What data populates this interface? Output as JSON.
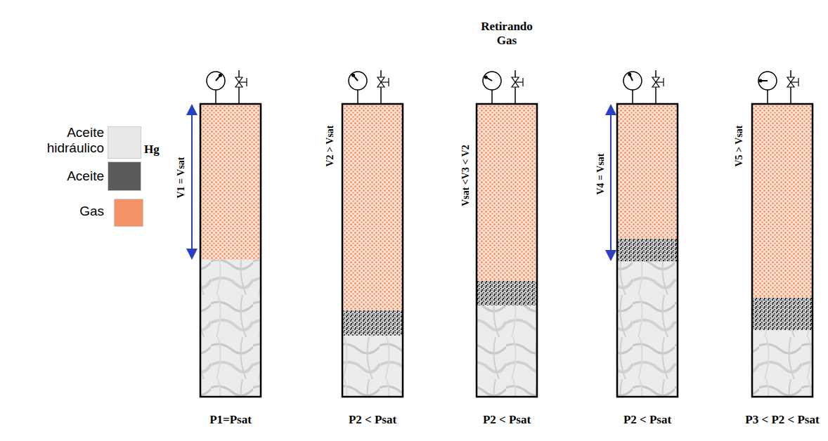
{
  "diagram": {
    "title": "Retirando Gas",
    "labels": [
      "Hg",
      "V1 = Vsat",
      "V2 > Vsat",
      "Vsat <V3 < V2",
      "V4 = Vsat",
      "V5 > Vsat",
      "P1=Psat",
      "P2 < Psat",
      "P2 < Psat",
      "P2 < Psat",
      "P3 < P2 < Psat"
    ],
    "legend": [
      {
        "text": "Aceite hidráulico",
        "color": "#e8e8e8"
      },
      {
        "text": "Aceite",
        "color": "#5a5a5a"
      },
      {
        "text": "Gas",
        "color": "#f29266"
      }
    ]
  }
}
